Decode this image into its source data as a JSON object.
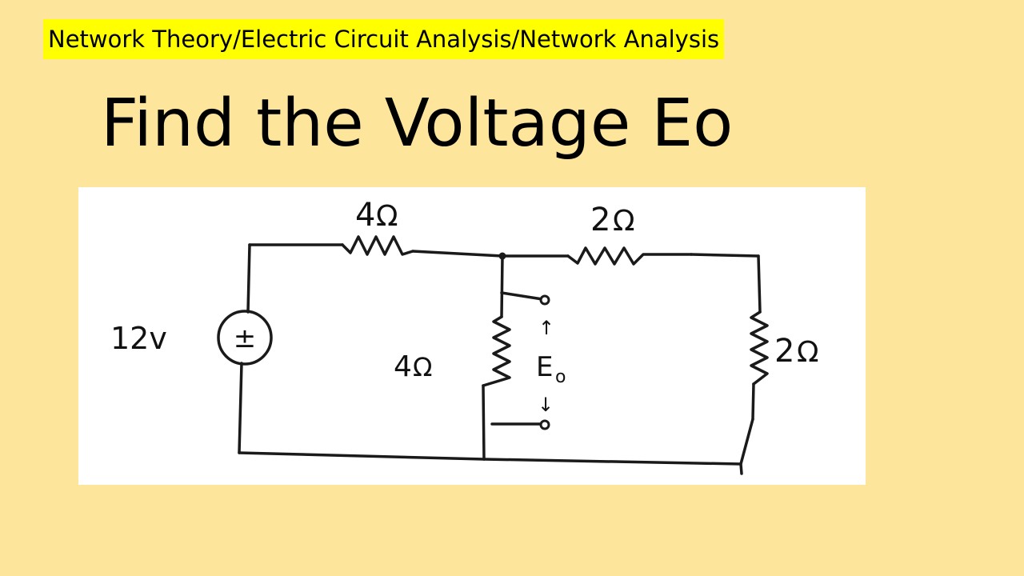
{
  "header": {
    "banner_text": "Network Theory/Electric Circuit Analysis/Network Analysis",
    "title": "Find the Voltage Eo"
  },
  "circuit": {
    "source": {
      "value": "12v",
      "symbol": "±"
    },
    "resistor_series_1": {
      "value": "4",
      "unit": "Ω"
    },
    "resistor_shunt": {
      "value": "4",
      "unit": "Ω"
    },
    "resistor_series_2": {
      "value": "2",
      "unit": "Ω"
    },
    "resistor_right": {
      "value": "2",
      "unit": "Ω"
    },
    "output": {
      "label_main": "E",
      "label_sub": "o",
      "up_arrow": "↑",
      "down_arrow": "↓"
    }
  },
  "colors": {
    "background": "#fde59c",
    "banner_highlight": "#ffff00",
    "diagram_background": "#ffffff",
    "ink": "#1a1a1a"
  }
}
